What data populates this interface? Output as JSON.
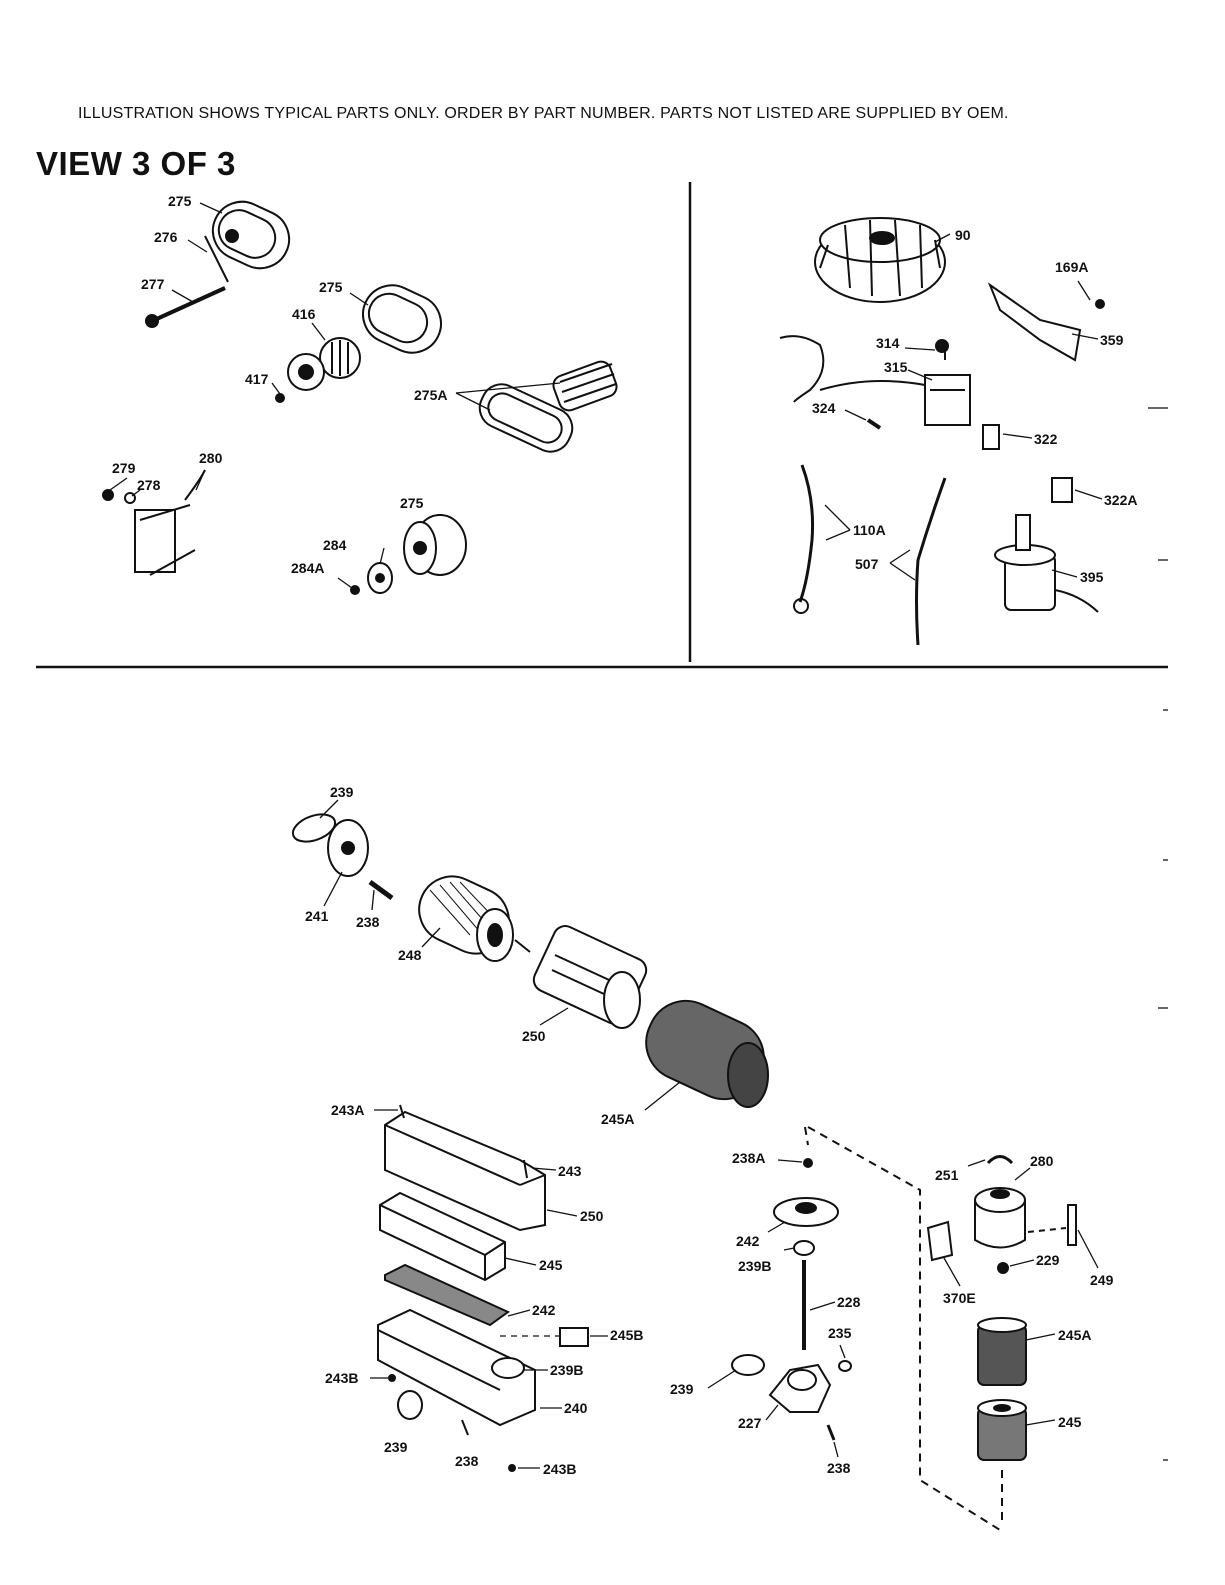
{
  "header": {
    "notice": "ILLUSTRATION SHOWS TYPICAL PARTS ONLY. ORDER BY PART NUMBER. PARTS NOT LISTED ARE SUPPLIED BY OEM.",
    "title": "VIEW 3 OF 3"
  },
  "callouts": {
    "muffler": [
      "275",
      "276",
      "277",
      "275",
      "416",
      "417",
      "275A",
      "279",
      "278",
      "280",
      "275",
      "284",
      "284A"
    ],
    "ignition": [
      "90",
      "169A",
      "359",
      "314",
      "315",
      "324",
      "322",
      "322A",
      "110A",
      "507",
      "395"
    ],
    "air_filter_round": [
      "239",
      "241",
      "238",
      "248",
      "250",
      "245A"
    ],
    "air_filter_flat": [
      "243A",
      "243",
      "250",
      "245",
      "242",
      "245B",
      "239B",
      "243B",
      "240",
      "239",
      "238",
      "243B"
    ],
    "fuel_filter": [
      "238A",
      "242",
      "239B",
      "228",
      "235",
      "239",
      "227",
      "238",
      "251",
      "280",
      "229",
      "249",
      "370E",
      "245A",
      "245"
    ]
  }
}
